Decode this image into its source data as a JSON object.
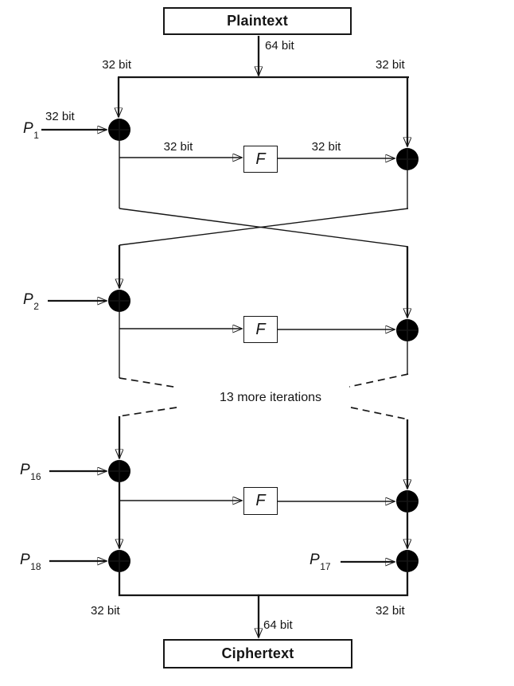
{
  "diagram": {
    "endpoints": {
      "plaintext": "Plaintext",
      "ciphertext": "Ciphertext"
    },
    "bus_width_labels": {
      "top": "64 bit",
      "bottom": "64 bit"
    },
    "half_width_labels": {
      "top_left": "32 bit",
      "top_right": "32 bit",
      "p1_input": "32 bit",
      "f1_input": "32 bit",
      "f1_output": "32 bit",
      "bottom_left": "32 bit",
      "bottom_right": "32 bit"
    },
    "round_function_label": "F",
    "iterations_note": "13 more iterations",
    "subkeys": {
      "p1": {
        "base": "P",
        "sub": "1"
      },
      "p2": {
        "base": "P",
        "sub": "2"
      },
      "p16": {
        "base": "P",
        "sub": "16"
      },
      "p17": {
        "base": "P",
        "sub": "17"
      },
      "p18": {
        "base": "P",
        "sub": "18"
      }
    },
    "colors": {
      "line": "#161616",
      "background": "#ffffff"
    }
  }
}
